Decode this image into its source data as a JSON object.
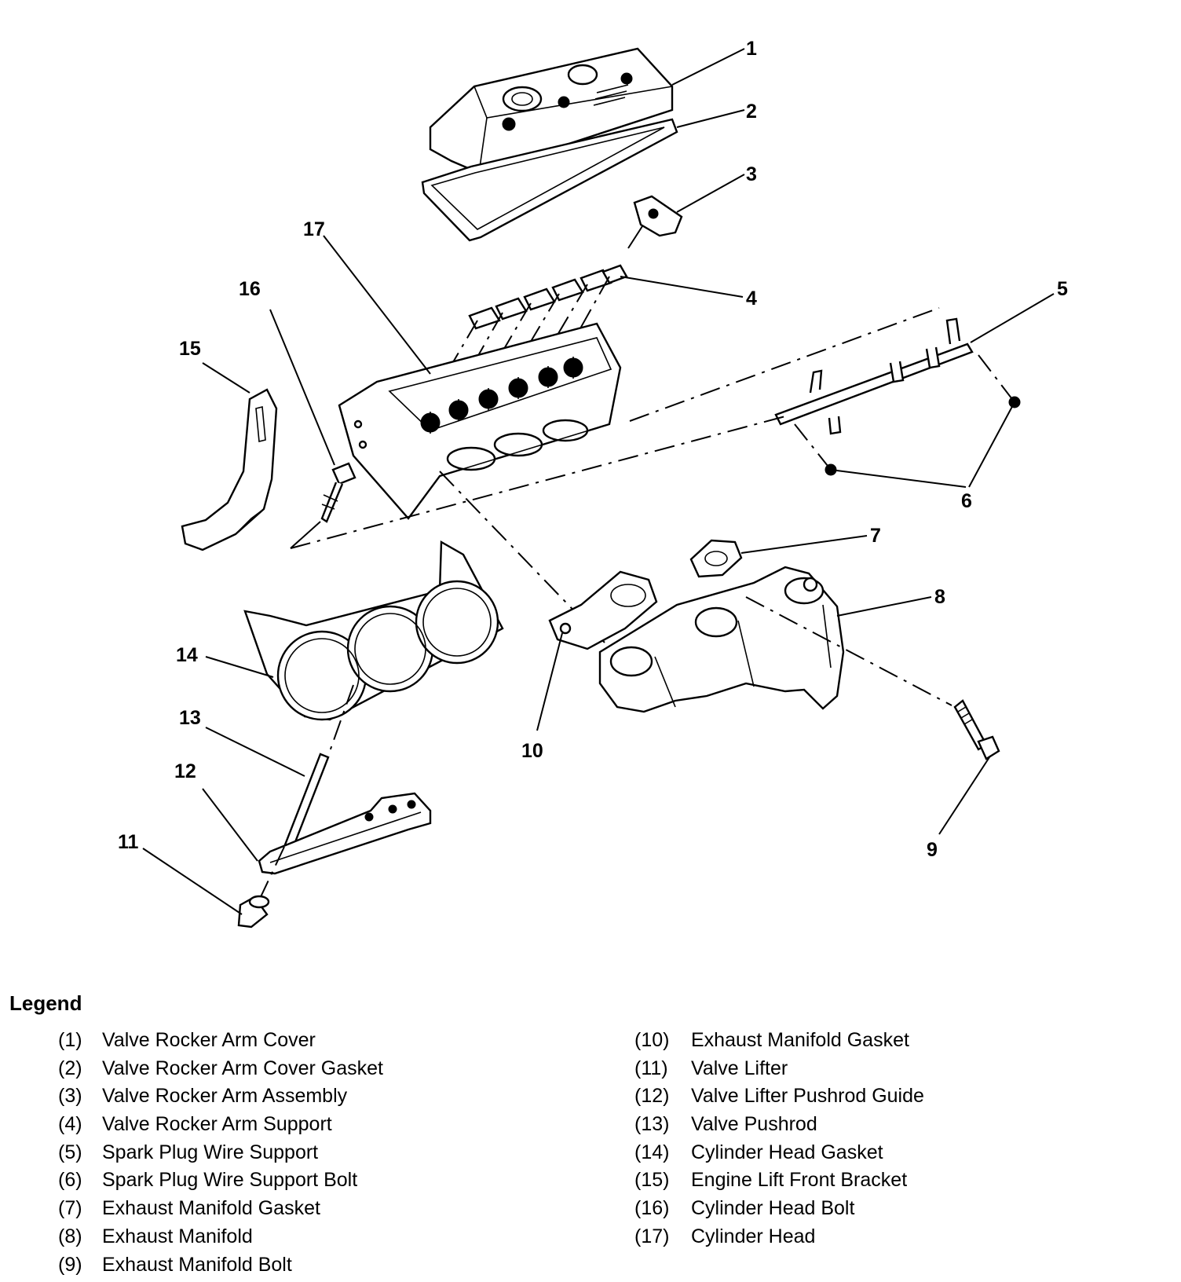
{
  "callouts": [
    "1",
    "2",
    "3",
    "4",
    "5",
    "6",
    "7",
    "8",
    "9",
    "10",
    "11",
    "12",
    "13",
    "14",
    "15",
    "16",
    "17"
  ],
  "legend": {
    "title": "Legend",
    "left": [
      {
        "num": "(1)",
        "label": "Valve Rocker Arm Cover"
      },
      {
        "num": "(2)",
        "label": "Valve Rocker Arm Cover Gasket"
      },
      {
        "num": "(3)",
        "label": "Valve Rocker Arm Assembly"
      },
      {
        "num": "(4)",
        "label": "Valve Rocker Arm Support"
      },
      {
        "num": "(5)",
        "label": "Spark Plug Wire Support"
      },
      {
        "num": "(6)",
        "label": "Spark Plug Wire Support Bolt"
      },
      {
        "num": "(7)",
        "label": "Exhaust Manifold Gasket"
      },
      {
        "num": "(8)",
        "label": "Exhaust Manifold"
      },
      {
        "num": "(9)",
        "label": "Exhaust Manifold Bolt"
      }
    ],
    "right": [
      {
        "num": "(10)",
        "label": "Exhaust Manifold Gasket"
      },
      {
        "num": "(11)",
        "label": "Valve Lifter"
      },
      {
        "num": "(12)",
        "label": "Valve Lifter Pushrod Guide"
      },
      {
        "num": "(13)",
        "label": "Valve Pushrod"
      },
      {
        "num": "(14)",
        "label": "Cylinder Head Gasket"
      },
      {
        "num": "(15)",
        "label": "Engine Lift Front Bracket"
      },
      {
        "num": "(16)",
        "label": "Cylinder Head Bolt"
      },
      {
        "num": "(17)",
        "label": "Cylinder Head"
      }
    ]
  }
}
